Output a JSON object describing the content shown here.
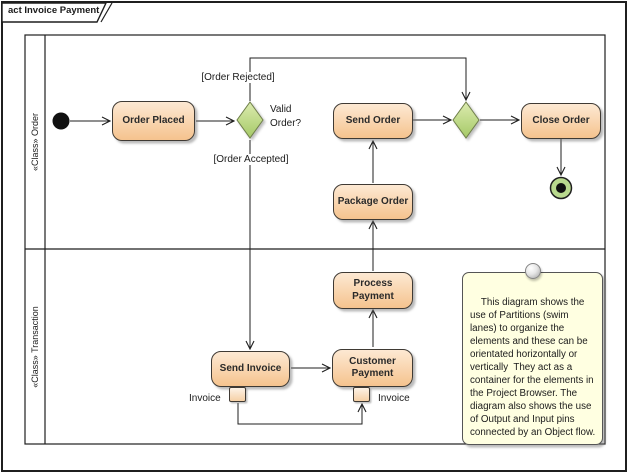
{
  "frame": {
    "tab_title": "act Invoice Payment"
  },
  "lanes": [
    {
      "label": "«Class» Order"
    },
    {
      "label": "«Class» Transaction"
    }
  ],
  "nodes": {
    "order_placed": {
      "label": "Order Placed"
    },
    "valid_order": {
      "label": "Valid Order?"
    },
    "send_order": {
      "label": "Send Order"
    },
    "close_order": {
      "label": "Close Order"
    },
    "package_order": {
      "label": "Package Order"
    },
    "process_payment": {
      "label": "Process Payment"
    },
    "send_invoice": {
      "label": "Send Invoice"
    },
    "customer_payment": {
      "label": "Customer Payment"
    }
  },
  "guards": {
    "order_rejected": "[Order Rejected]",
    "order_accepted": "[Order Accepted]"
  },
  "pins": {
    "output": {
      "label": "Invoice"
    },
    "input": {
      "label": "Invoice"
    }
  },
  "note": {
    "text": "This diagram shows the use of Partitions (swim lanes) to organize the elements and these can be orientated horizontally or vertically  They act as a container for the elements in the Project Browser. The diagram also shows the use of Output and Input pins connected by an Object flow."
  },
  "colors": {
    "activity_fill_top": "#fde9d3",
    "activity_fill_bottom": "#f5c38e",
    "activity_border": "#3f3a34",
    "decision_fill_top": "#dcebb0",
    "decision_fill_bottom": "#a5c966",
    "decision_border": "#6f7f4a",
    "final_fill": "#b9d98e",
    "node_line": "#1f1f1f",
    "note_fill": "#ffffe1",
    "note_border": "#555555",
    "text": "#1b1b1b"
  }
}
